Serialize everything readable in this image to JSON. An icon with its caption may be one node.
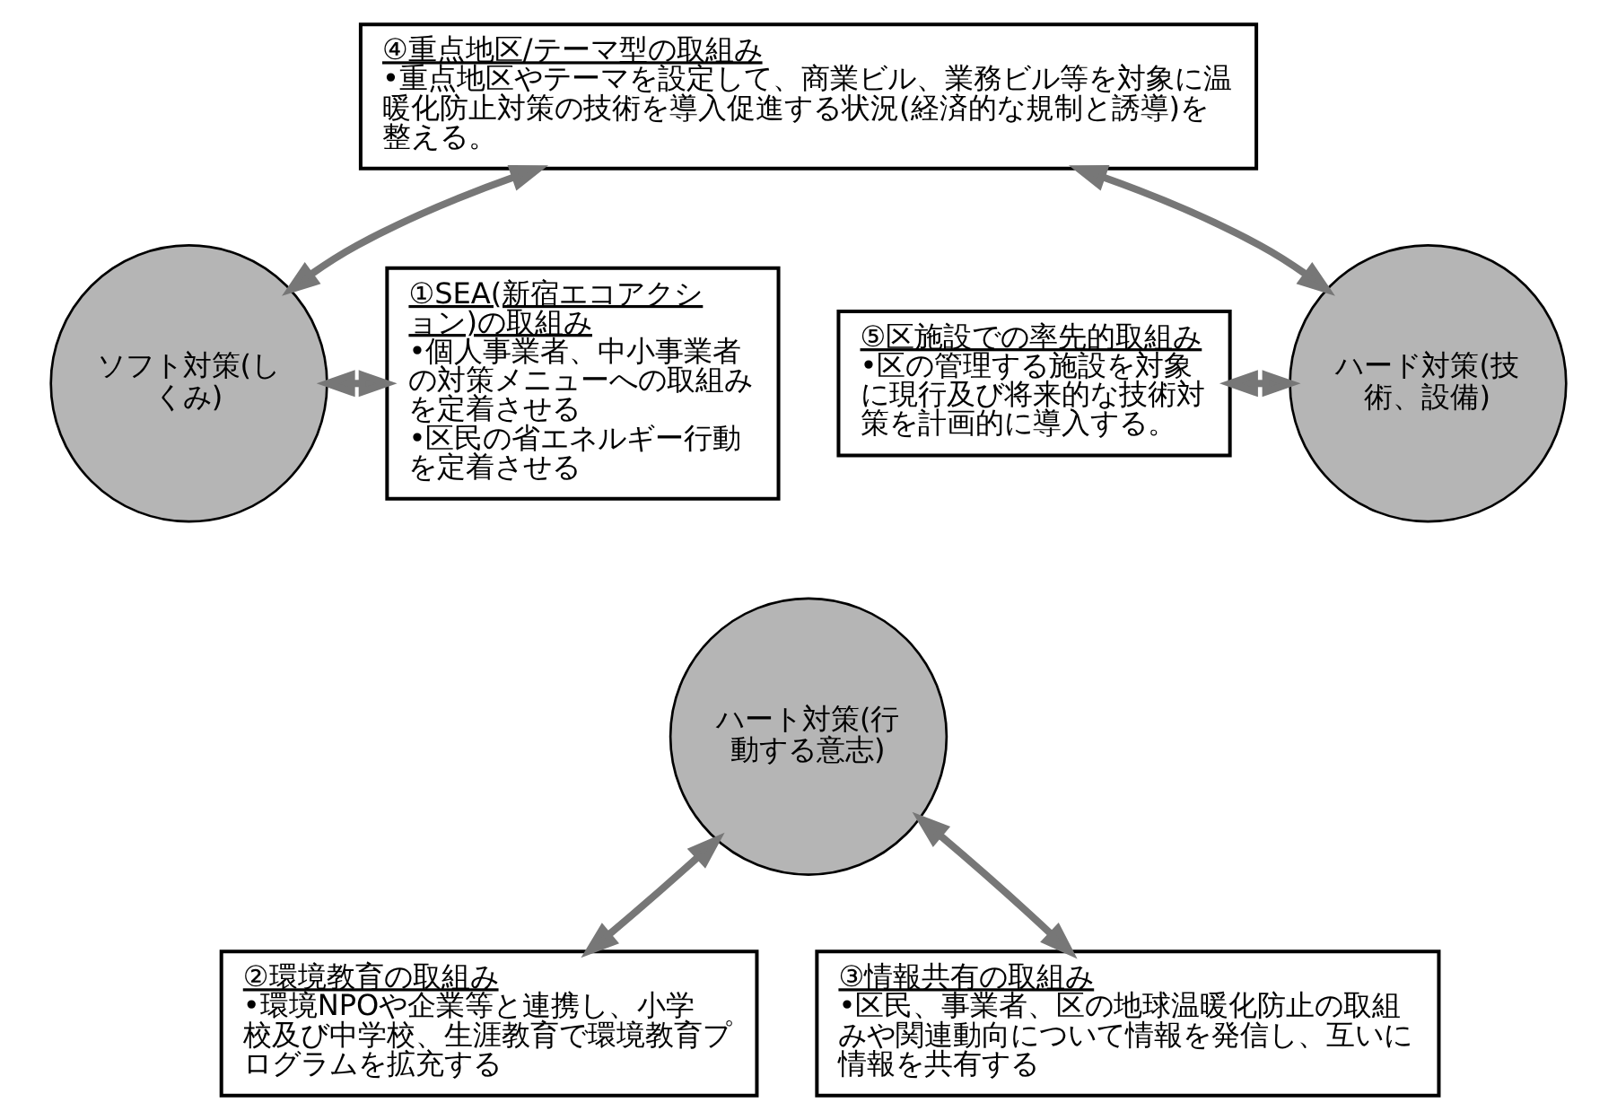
{
  "diagram": {
    "nodes": [
      {
        "text": [
          "④重点地区/テーマ型の取組み",
          "•重点地区やテーマを設定して、商業ビル、業務ビル等を対象に温暖化防止対策の技術を導入促進する状況(経済的な規制と誘導)を整える。"
        ]
      },
      {
        "text": [
          "⑤区施設での率先的取組み",
          "•区の管理する施設を対象に現行及び将来的な技術対策を計画的に導入する。"
        ]
      },
      {
        "text": [
          "ハード対策(技術、設備)"
        ]
      },
      {
        "text": [
          "ソフト対策(しくみ)"
        ]
      },
      {
        "text": [
          "ハート対策(行動する意志)"
        ]
      },
      {
        "text": [
          "①SEA(新宿エコアクション)の取組み",
          "•個人事業者、中小事業者の対策メニューへの取組みを定着させる",
          "•区民の省エネルギー行動を定着させる"
        ]
      },
      {
        "text": [
          "②環境教育の取組み",
          "•環境NPOや企業等と連携し、小学校及び中学校、生涯教育で環境教育プログラムを拡充する"
        ]
      },
      {
        "text": [
          "③情報共有の取組み",
          "•区民、事業者、区の地球温暖化防止の取組みや関連動向について情報を発信し、互いに情報を共有する"
        ]
      }
    ],
    "edges": [
      {
        "from": 0,
        "to": 2,
        "arrow": "both"
      },
      {
        "from": 0,
        "to": 3,
        "arrow": "both"
      },
      {
        "from": 1,
        "to": 2,
        "arrow": "both"
      },
      {
        "from": 3,
        "to": 5,
        "arrow": "both"
      },
      {
        "from": 6,
        "to": 4,
        "arrow": "both"
      },
      {
        "from": 7,
        "to": 4,
        "arrow": "both"
      }
    ]
  }
}
